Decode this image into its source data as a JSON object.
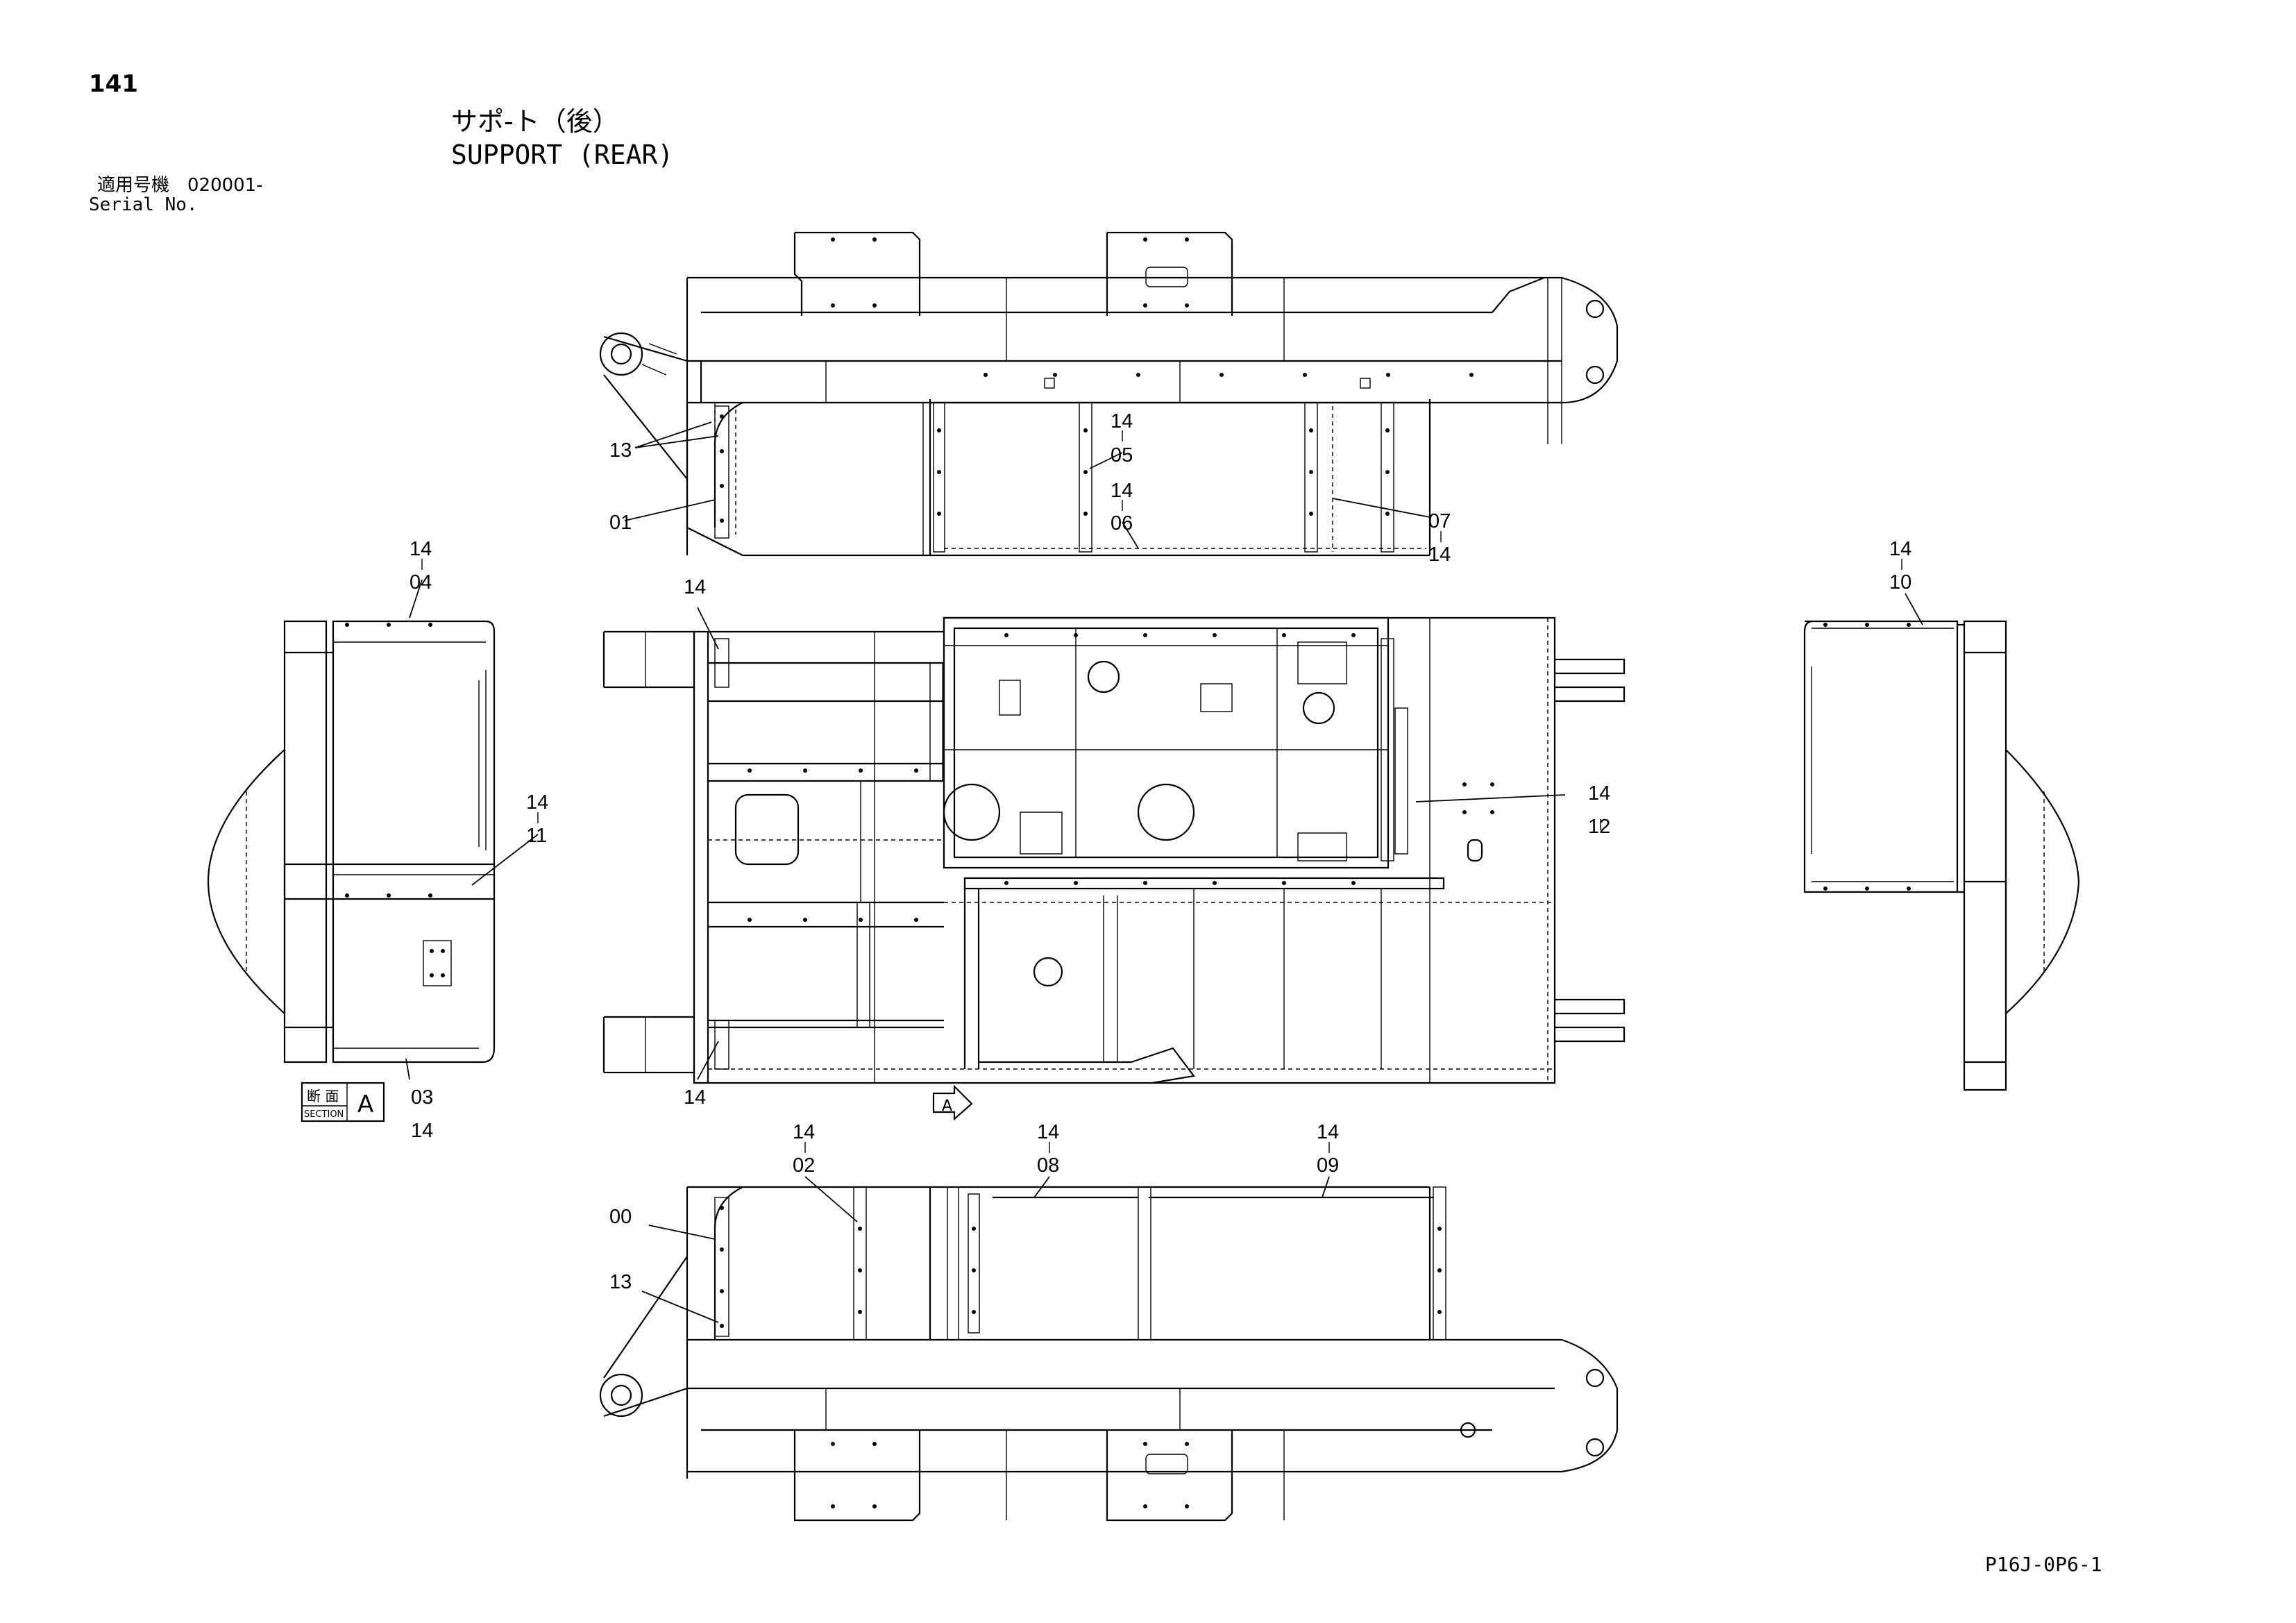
{
  "header": {
    "page_number": "141",
    "title_jp": "サポ-ト（後）",
    "title_en": "SUPPORT (REAR)",
    "serial_label_jp": "適用号機　020001-",
    "serial_label_en": "Serial No.",
    "drawing_code": "P16J-0P6-1"
  },
  "section_marker": {
    "kanji": "断 面",
    "label": "SECTION",
    "letter": "A",
    "arrow_letter": "A"
  },
  "callouts": {
    "top_view": {
      "c13": "13",
      "c01": "01",
      "c14a": "14",
      "c05": "05",
      "c14b": "14",
      "c06": "06",
      "c07": "07",
      "c14c": "14"
    },
    "left_view": {
      "c14_top": "14",
      "c04": "04",
      "c14_mid": "14",
      "c11": "11",
      "c03": "03",
      "c14_bot": "14"
    },
    "plan_view": {
      "c14_tl": "14",
      "c14_bl": "14",
      "c14_r": "14",
      "c12": "12"
    },
    "right_view": {
      "c14": "14",
      "c10": "10"
    },
    "bottom_view": {
      "c00": "00",
      "c13": "13",
      "c14a": "14",
      "c02": "02",
      "c14b": "14",
      "c08": "08",
      "c14c": "14",
      "c09": "09"
    }
  }
}
